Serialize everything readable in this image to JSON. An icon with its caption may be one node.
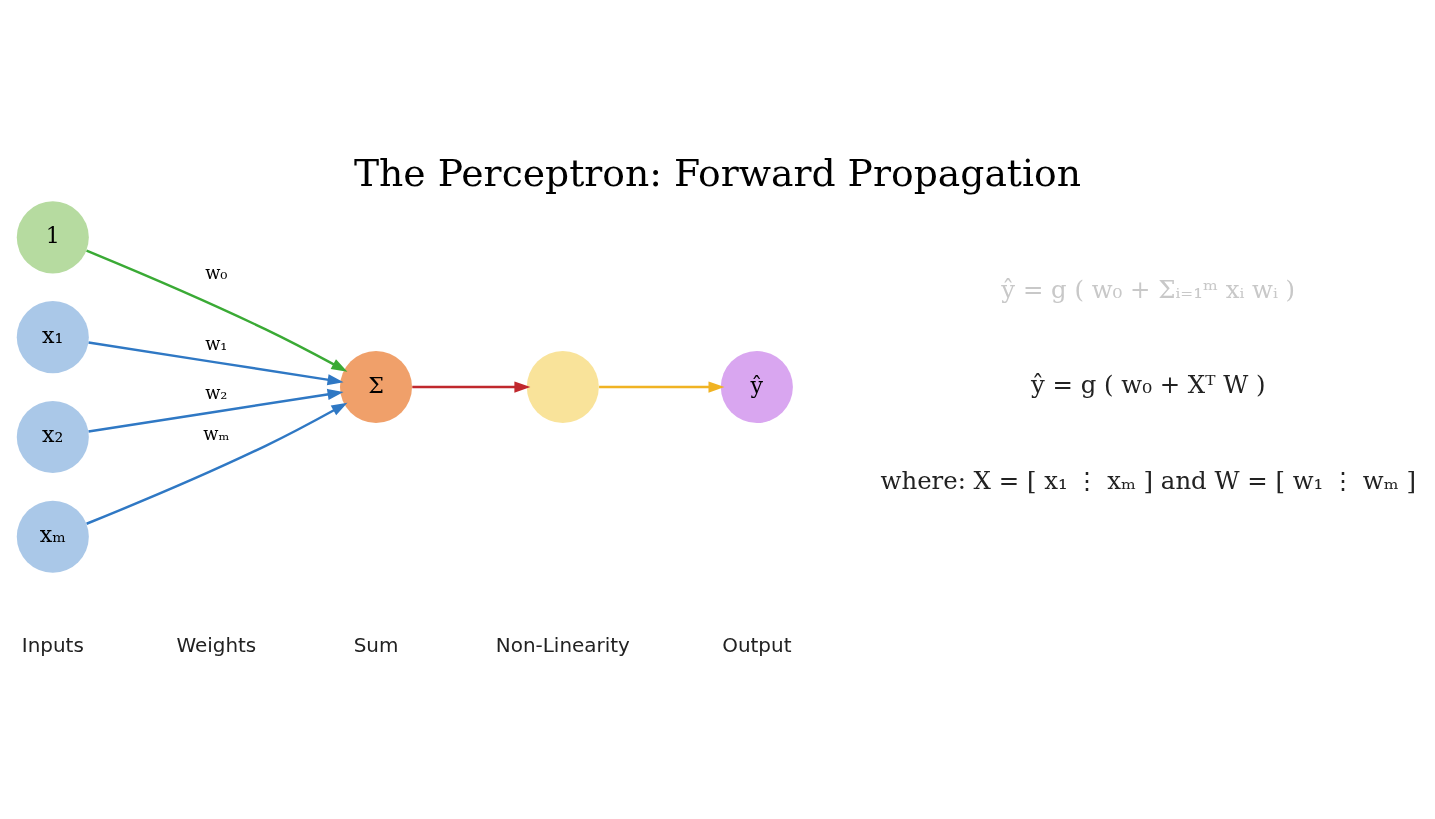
{
  "diagram": {
    "title": "The Perceptron: Forward Propagation",
    "nodes": [
      {
        "text": [
          "1"
        ]
      },
      {
        "text": [
          "x₁"
        ]
      },
      {
        "text": [
          "x₂"
        ]
      },
      {
        "text": [
          "xₘ"
        ]
      },
      {
        "text": [
          "Σ"
        ]
      },
      {
        "text": [],
        "shape": "circle"
      },
      {
        "text": [
          "ŷ"
        ]
      }
    ],
    "edges": [
      {
        "from": 0,
        "to": 4,
        "arrow": "to",
        "label": "w₀",
        "color": "#3aaa35"
      },
      {
        "from": 1,
        "to": 4,
        "arrow": "to",
        "label": "w₁"
      },
      {
        "from": 2,
        "to": 4,
        "arrow": "to",
        "label": "w₂"
      },
      {
        "from": 3,
        "to": 4,
        "arrow": "to",
        "label": "wₘ"
      },
      {
        "from": 4,
        "to": 5,
        "arrow": "to",
        "color": "#c0282d"
      },
      {
        "from": 5,
        "to": 6,
        "arrow": "to",
        "color": "#f0b323"
      }
    ],
    "labels": [
      "ŷ = g ( w₀ + Σᵢ₌₁ᵐ xᵢ wᵢ )",
      "ŷ = g ( w₀ + Xᵀ W )",
      "where: X = [ x₁ ⋮ xₘ ] and W = [ w₁ ⋮ wₘ ]",
      "Inputs",
      "Weights",
      "Sum",
      "Non-Linearity",
      "Output"
    ]
  }
}
